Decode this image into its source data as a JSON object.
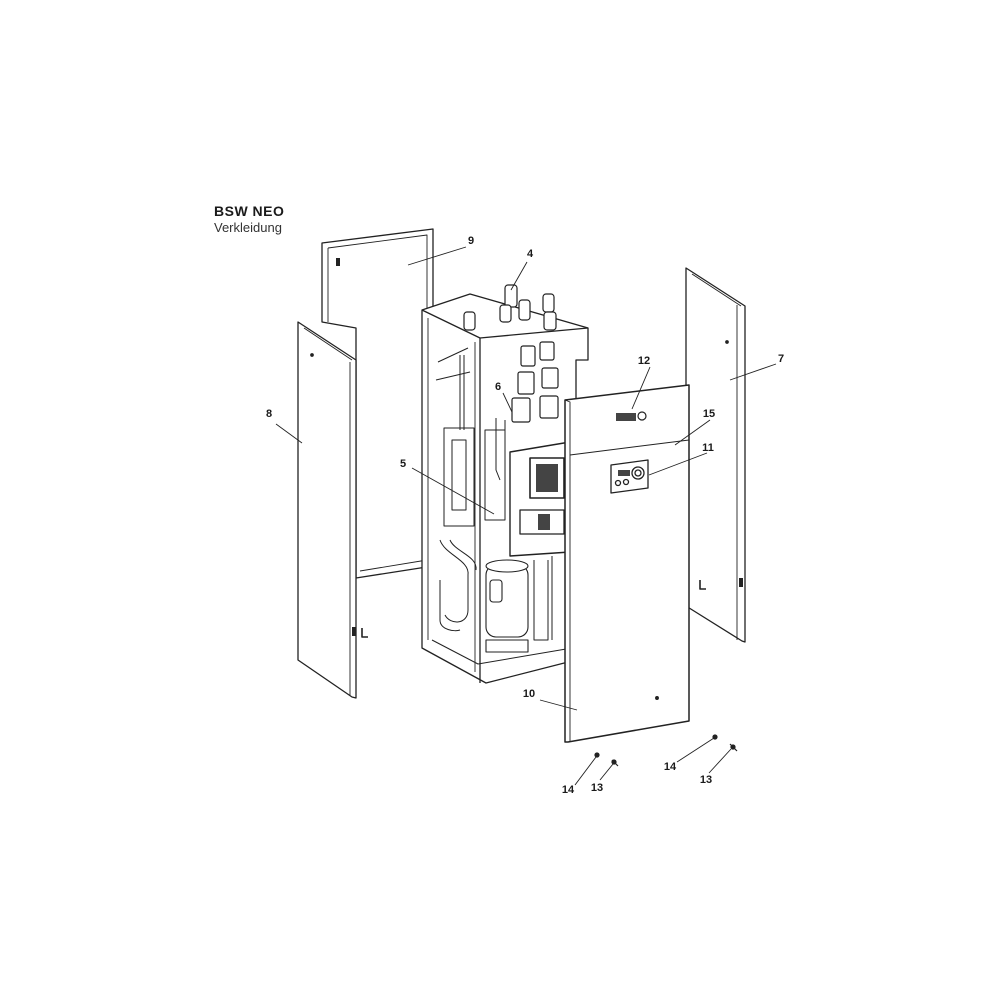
{
  "header": {
    "title": "BSW NEO",
    "subtitle": "Verkleidung"
  },
  "callouts": {
    "c4": "4",
    "c5": "5",
    "c6": "6",
    "c7": "7",
    "c8": "8",
    "c9": "9",
    "c10": "10",
    "c11": "11",
    "c12": "12",
    "c13a": "13",
    "c13b": "13",
    "c14a": "14",
    "c14b": "14",
    "c15": "15"
  }
}
